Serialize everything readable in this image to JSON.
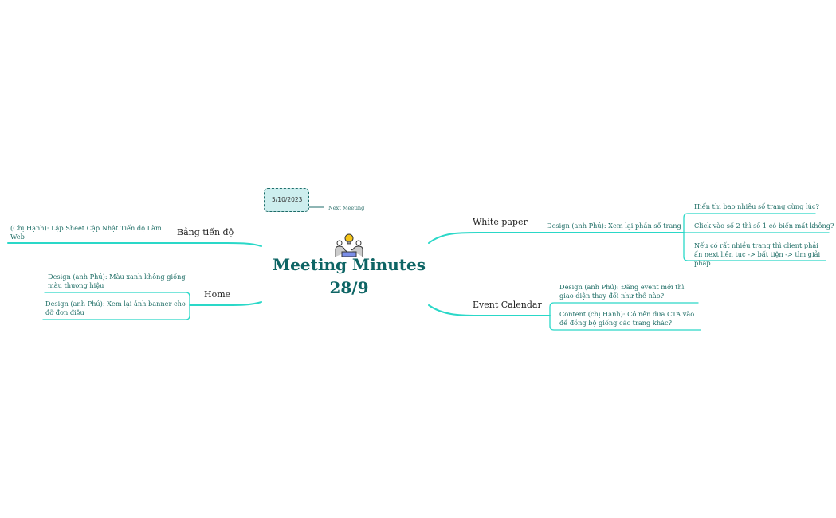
{
  "central": {
    "title_line1": "Meeting Minutes",
    "title_line2": "28/9",
    "icon": "meeting-lightbulb-icon"
  },
  "next_meeting": {
    "date": "5/10/2023",
    "label": "Next Meeting"
  },
  "colors": {
    "branch_line": "#2ad8c8",
    "title": "#0e6565",
    "leaf_text": "#1f6e66",
    "next_box_fill": "#cdeeee",
    "next_box_border": "#1d6b68"
  },
  "branches": {
    "bang_tien_do": {
      "label": "Bảng tiến độ",
      "items": [
        "(Chị Hạnh): Lập Sheet Cập Nhật Tiến độ Làm Web"
      ]
    },
    "home": {
      "label": "Home",
      "items": [
        "Design (anh Phú): Màu xanh không giống màu thương hiệu",
        "Design (anh Phú): Xem lại ảnh banner cho đỡ đơn điệu"
      ]
    },
    "white_paper": {
      "label": "White paper",
      "sub": {
        "label": "Design (anh Phú): Xem lại phần số trang",
        "items": [
          "Hiển thị bao nhiêu số trang cùng lúc?",
          "Click vào số 2 thì số 1 có biến mất không?",
          "Nếu có rất nhiều trang thì client phải ấn next liên tục -> bất tiện -> tìm giải pháp"
        ]
      }
    },
    "event_calendar": {
      "label": "Event Calendar",
      "items": [
        "Design (anh Phú): Đăng event mới thì giao diện thay đổi như thế nào?",
        "Content (chị Hạnh): Có nên đưa CTA vào để đồng bộ giống các trang khác?"
      ]
    }
  }
}
